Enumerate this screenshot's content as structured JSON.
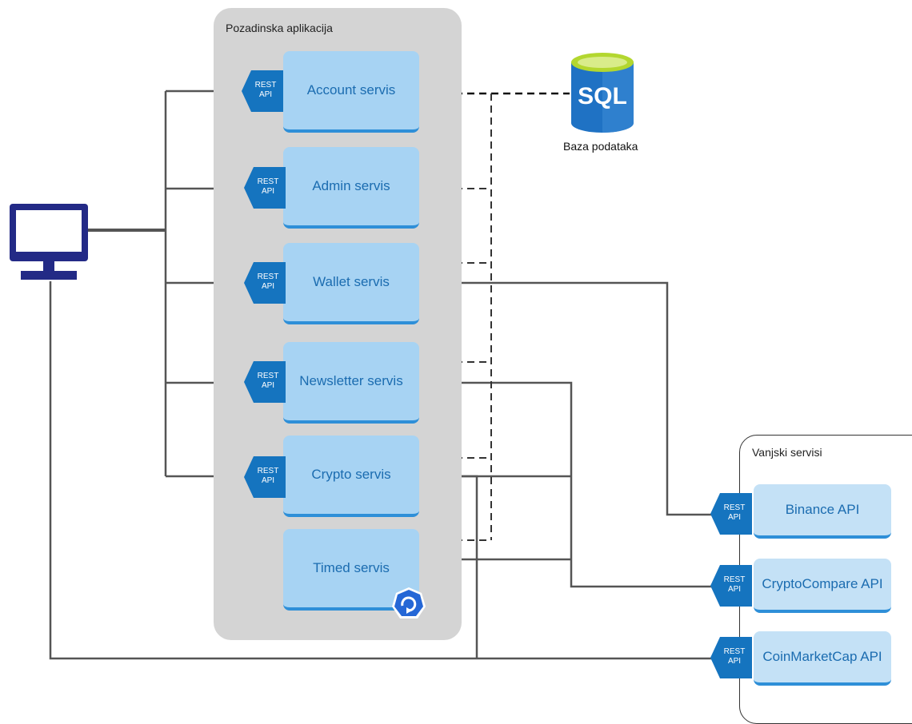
{
  "backend_group": {
    "title": "Pozadinska aplikacija"
  },
  "external_group": {
    "title": "Vanjski servisi"
  },
  "ui": {
    "label": "UI"
  },
  "database": {
    "sql_text": "SQL",
    "label": "Baza podataka"
  },
  "rest_badge": {
    "line1": "REST",
    "line2": "API"
  },
  "services": [
    {
      "label": "Account servis"
    },
    {
      "label": "Admin servis"
    },
    {
      "label": "Wallet servis"
    },
    {
      "label": "Newsletter servis"
    },
    {
      "label": "Crypto servis"
    },
    {
      "label": "Timed servis"
    }
  ],
  "external_apis": [
    {
      "label": "Binance API"
    },
    {
      "label": "CryptoCompare API"
    },
    {
      "label": "CoinMarketCap API"
    }
  ],
  "colors": {
    "service_fill": "#a7d3f3",
    "service_text": "#1b6cb0",
    "rest_badge": "#1574bf",
    "ui_monitor": "#232a86",
    "group_bg": "#d4d4d4",
    "sql_blue": "#1f72c4",
    "sql_top": "#b3d72f"
  },
  "icons": {
    "timed": "refresh-cycle-icon",
    "ui": "monitor-icon",
    "db": "database-icon"
  }
}
